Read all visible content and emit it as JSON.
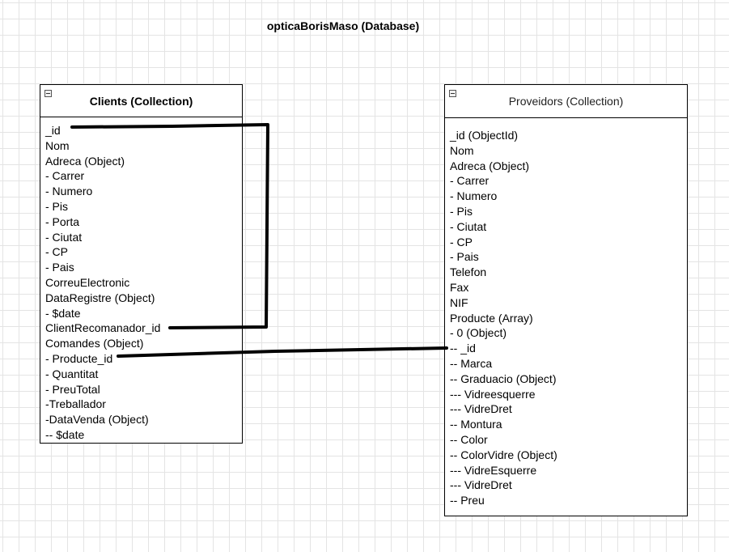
{
  "database_title": "opticaBorisMaso (Database)",
  "clients": {
    "title": "Clients (Collection)",
    "fields": [
      "_id",
      "Nom",
      "Adreca (Object)",
      "- Carrer",
      "- Numero",
      "- Pis",
      "- Porta",
      "- Ciutat",
      "- CP",
      "- Pais",
      "CorreuElectronic",
      "DataRegistre (Object)",
      "- $date",
      "ClientRecomanador_id",
      "Comandes (Object)",
      "- Producte_id",
      "- Quantitat",
      "- PreuTotal",
      "-Treballador",
      "-DataVenda (Object)",
      "-- $date"
    ]
  },
  "proveidors": {
    "title": "Proveidors (Collection)",
    "fields": [
      "_id (ObjectId)",
      "Nom",
      "Adreca (Object)",
      "- Carrer",
      "- Numero",
      "- Pis",
      "- Ciutat",
      "- CP",
      "- Pais",
      "Telefon",
      "Fax",
      "NIF",
      "Producte (Array)",
      "- 0 (Object)",
      "-- _id",
      "-- Marca",
      "-- Graduacio (Object)",
      "--- Vidreesquerre",
      "--- VidreDret",
      "-- Montura",
      "-- Color",
      "-- ColorVidre (Object)",
      "--- VidreEsquerre",
      "--- VidreDret",
      "-- Preu"
    ]
  },
  "connectors": [
    {
      "from": "clients._id",
      "to": "clients.ClientRecomanador_id"
    },
    {
      "from": "clients.Producte_id",
      "to": "proveidors._id"
    }
  ]
}
